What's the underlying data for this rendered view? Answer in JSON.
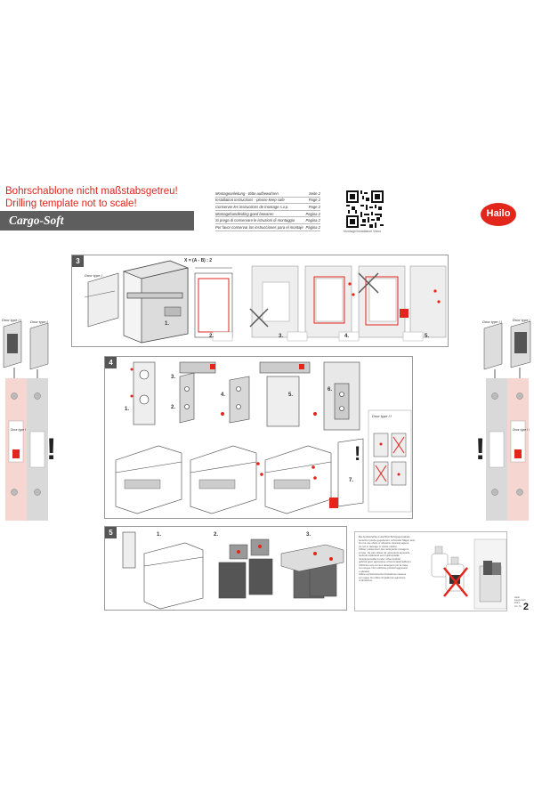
{
  "warning": {
    "line1": "Bohrschablone nicht maßstabsgetreu!",
    "line2": "Drilling template not to scale!"
  },
  "product_title": "Cargo-Soft",
  "languages": [
    {
      "text": "Montageanleitung - Bitte aufbewahren",
      "page": "Seite 2"
    },
    {
      "text": "Installation instructions - please keep safe",
      "page": "Page 2"
    },
    {
      "text": "Conserver les instructions de montage s.v.p.",
      "page": "Page 2"
    },
    {
      "text": "Montagehandleiding goed bewaren",
      "page": "Pagina 2"
    },
    {
      "text": "Si prega di conservare le istruzioni di montaggio",
      "page": "Pagina 2"
    },
    {
      "text": "Por favor conservar las instrucciones para el montaje",
      "page": "Página 2"
    }
  ],
  "qr_label": "Montage/Installation Video",
  "brand": "Hailo",
  "steps": {
    "step3": {
      "number": "3",
      "formula": "X = (A - B) : 2",
      "door_label": "Door type  I",
      "sub": [
        "1.",
        "2.",
        "3.",
        "4.",
        "5."
      ]
    },
    "step4": {
      "number": "4",
      "door_label": "Door type  I I",
      "sub": [
        "1.",
        "2.",
        "3.",
        "4.",
        "5.",
        "6.",
        "7."
      ]
    },
    "step5": {
      "number": "5",
      "sub": [
        "1.",
        "2.",
        "3."
      ]
    }
  },
  "side_left": {
    "door1": "Door type  I I",
    "door2": "Door type  I",
    "door3": "Door type  I"
  },
  "side_right": {
    "door1": "Door type  I I",
    "door2": "Door type  I",
    "door3": "Door type  I I"
  },
  "notice_lines": [
    "Bei Ausbaufehlig unsachlich Bohrgegenstände",
    "benutzen (siehe gegebenen, schneidet Sägen aus)",
    "Do not use sharp or abrasive cleaning agents",
    "(to not to damage or cause marks).",
    "Utiliser uniquement des nettoyants ménagers",
    "à l'eau. Ne pas utiliser de nettoyants agressifs.",
    "Gebruik uitsluitend een huishoudelijk",
    "reinigingsmiddel zonder scheurmiddel,",
    "gebruik geen agressieve schoonmaakmiddelen.",
    "Utilizzare solo comuni detergenti per la casa",
    "con acqua. Non utilizzare prodotti aggressivi",
    "o abrasivi.",
    "Utilice exclusivamente limpiadores caseros",
    "con agua. No utilice limpiadores agresivos",
    "ni abrasivos."
  ],
  "page_number": "2",
  "page_meta": [
    "Hailo",
    "Cargo-Soft",
    "2021",
    "Art.-Nr."
  ]
}
